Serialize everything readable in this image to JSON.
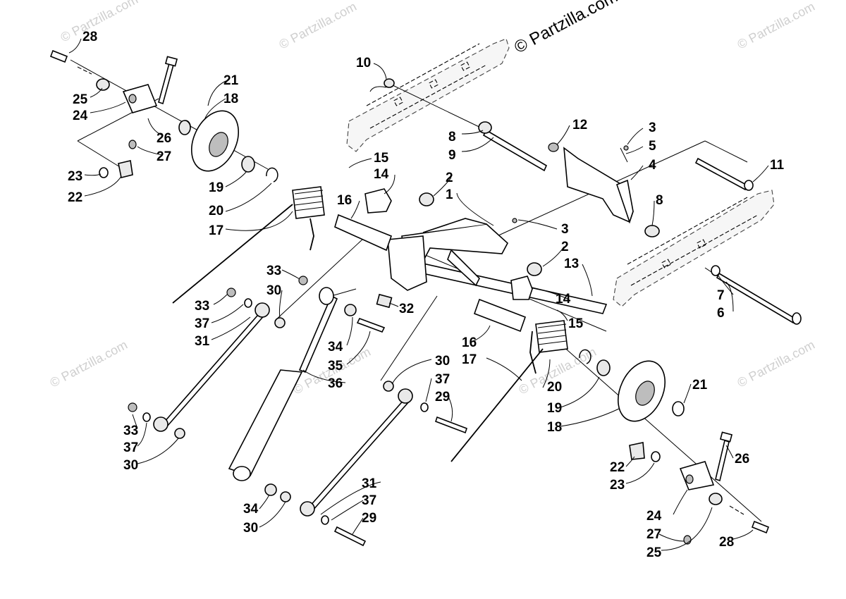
{
  "watermark": {
    "main": "© Partzilla.com",
    "faint": "© Partzilla.com"
  },
  "labels": {
    "p1": "1",
    "p2a": "2",
    "p2b": "2",
    "p3a": "3",
    "p3b": "3",
    "p4": "4",
    "p5": "5",
    "p6": "6",
    "p7": "7",
    "p8a": "8",
    "p8b": "8",
    "p9": "9",
    "p10": "10",
    "p11": "11",
    "p12": "12",
    "p13": "13",
    "p14a": "14",
    "p14b": "14",
    "p15a": "15",
    "p15b": "15",
    "p16a": "16",
    "p16b": "16",
    "p17a": "17",
    "p17b": "17",
    "p18a": "18",
    "p18b": "18",
    "p19a": "19",
    "p19b": "19",
    "p20a": "20",
    "p20b": "20",
    "p21a": "21",
    "p21b": "21",
    "p22a": "22",
    "p22b": "22",
    "p23a": "23",
    "p23b": "23",
    "p24a": "24",
    "p24b": "24",
    "p25a": "25",
    "p25b": "25",
    "p26a": "26",
    "p26b": "26",
    "p27a": "27",
    "p27b": "27",
    "p28a": "28",
    "p28b": "28",
    "p29a": "29",
    "p29b": "29",
    "p30a": "30",
    "p30b": "30",
    "p30c": "30",
    "p30d": "30",
    "p31a": "31",
    "p31b": "31",
    "p32": "32",
    "p33a": "33",
    "p33b": "33",
    "p33c": "33",
    "p34a": "34",
    "p34b": "34",
    "p35": "35",
    "p36": "36",
    "p37a": "37",
    "p37b": "37",
    "p37c": "37",
    "p37d": "37"
  }
}
